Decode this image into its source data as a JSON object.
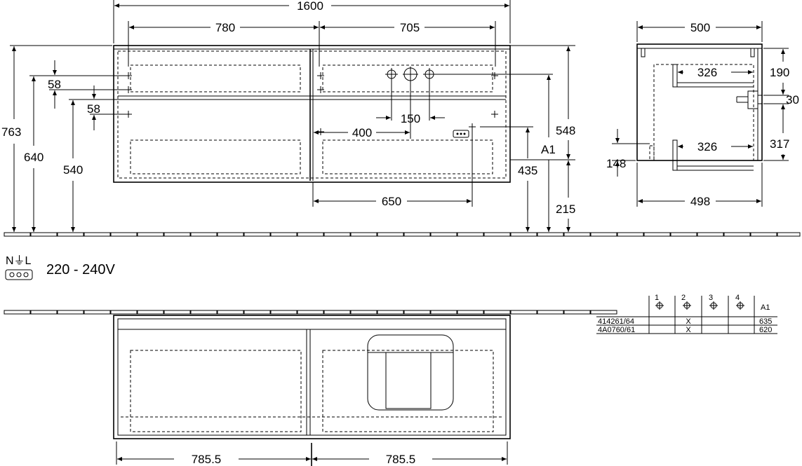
{
  "front_view": {
    "total_width": "1600",
    "left_section": "780",
    "right_section": "705",
    "total_height": "763",
    "height_640": "640",
    "height_540": "540",
    "drawer_offset_top": "58",
    "drawer_offset_mid": "58",
    "pipe_spacing": "150",
    "offset_400": "400",
    "width_650": "650",
    "height_435": "435",
    "label_a1": "A1",
    "height_548": "548",
    "height_215": "215"
  },
  "side_view": {
    "depth_top": "500",
    "drawer_depth_upper": "326",
    "drawer_depth_lower": "326",
    "height_190": "190",
    "height_30": "30",
    "height_317": "317",
    "height_148": "148",
    "depth_bottom": "498"
  },
  "electrical": {
    "symbol_text": "N⏚L",
    "voltage": "220 - 240V"
  },
  "top_view": {
    "left_half": "785.5",
    "right_half": "785.5"
  },
  "variant_table": {
    "col_headers": [
      "1",
      "2",
      "3",
      "4"
    ],
    "last_header": "A1",
    "rows": [
      {
        "code": "414261/64",
        "marks": [
          "",
          "X",
          "",
          ""
        ],
        "a1": "635"
      },
      {
        "code": "4A0760/61",
        "marks": [
          "",
          "X",
          "",
          ""
        ],
        "a1": "620"
      }
    ]
  }
}
